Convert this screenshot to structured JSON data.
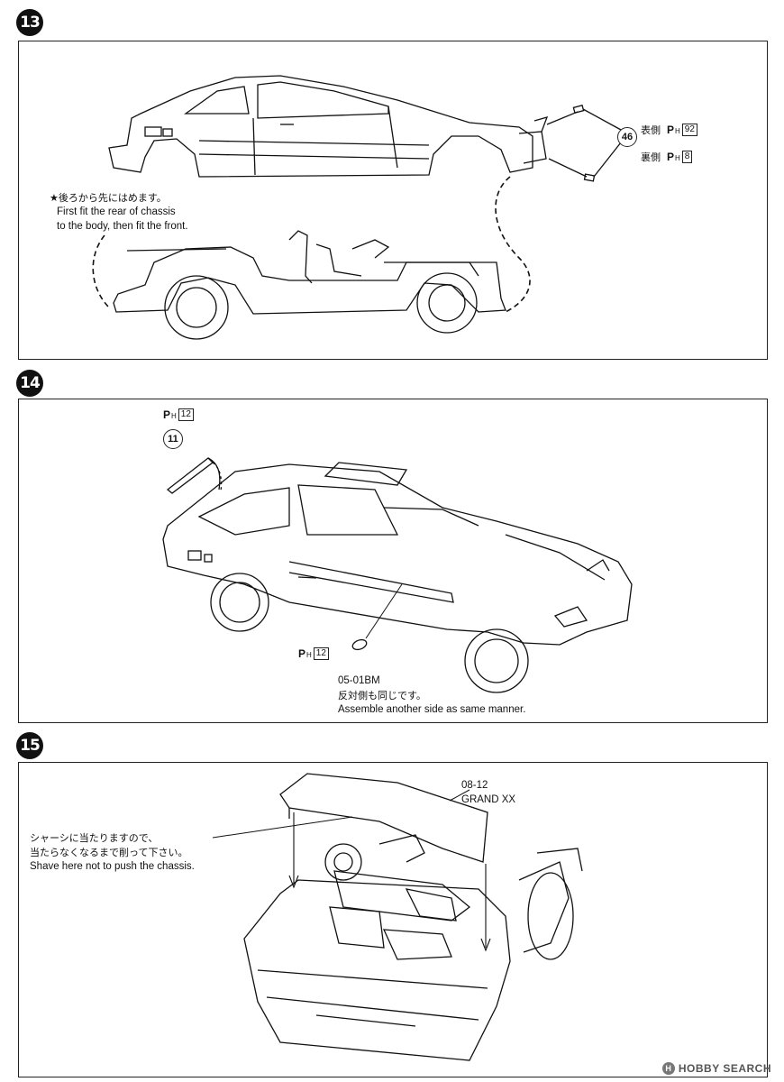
{
  "steps": [
    {
      "number": "13",
      "note_jp": "★後ろから先にはめます。",
      "note_en_1": "First fit the rear of chassis",
      "note_en_2": "to the body, then fit the front.",
      "part_number": "46",
      "label_front_jp": "表側",
      "label_front_code": "92",
      "label_back_jp": "裏側",
      "label_back_code": "8"
    },
    {
      "number": "14",
      "part_number": "11",
      "part_code_top": "12",
      "part_code_bottom": "12",
      "decal_code": "05-01BM",
      "note_jp": "反対側も同じです。",
      "note_en": "Assemble another side as same manner."
    },
    {
      "number": "15",
      "part_code": "08-12",
      "part_name": "GRAND XX",
      "note_jp_1": "シャーシに当たりますので、",
      "note_jp_2": "当たらなくなるまで削って下さい。",
      "note_en": "Shave here not to push the chassis."
    }
  ],
  "ph_label": {
    "p": "P",
    "h": "H"
  },
  "watermark": "HOBBY SEARCH"
}
